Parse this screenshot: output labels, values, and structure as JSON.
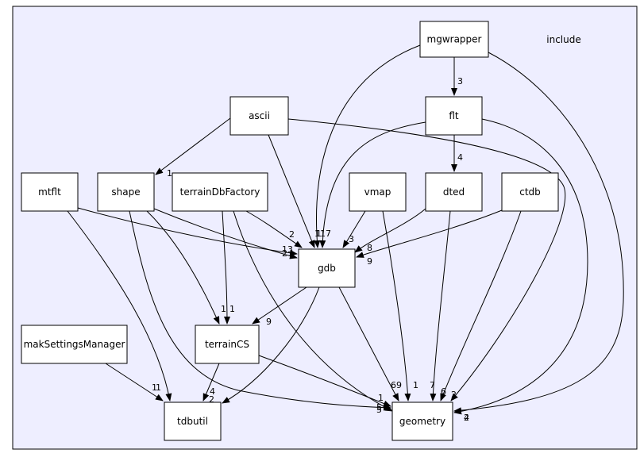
{
  "cluster": {
    "title": "include"
  },
  "nodes": [
    {
      "id": "mgwrapper",
      "label": "mgwrapper"
    },
    {
      "id": "ascii",
      "label": "ascii"
    },
    {
      "id": "flt",
      "label": "flt"
    },
    {
      "id": "mtflt",
      "label": "mtflt"
    },
    {
      "id": "shape",
      "label": "shape"
    },
    {
      "id": "terrainDbFactory",
      "label": "terrainDbFactory"
    },
    {
      "id": "vmap",
      "label": "vmap"
    },
    {
      "id": "dted",
      "label": "dted"
    },
    {
      "id": "ctdb",
      "label": "ctdb"
    },
    {
      "id": "gdb",
      "label": "gdb"
    },
    {
      "id": "makSettingsManager",
      "label": "makSettingsManager"
    },
    {
      "id": "terrainCS",
      "label": "terrainCS"
    },
    {
      "id": "tdbutil",
      "label": "tdbutil"
    },
    {
      "id": "geometry",
      "label": "geometry"
    }
  ],
  "edges": [
    {
      "from": "mgwrapper",
      "to": "flt",
      "label": "3"
    },
    {
      "from": "mgwrapper",
      "to": "gdb",
      "label": "11"
    },
    {
      "from": "mgwrapper",
      "to": "geometry",
      "label": "4"
    },
    {
      "from": "flt",
      "to": "dted",
      "label": "4"
    },
    {
      "from": "flt",
      "to": "gdb",
      "label": "7"
    },
    {
      "from": "flt",
      "to": "geometry",
      "label": "2"
    },
    {
      "from": "ascii",
      "to": "shape",
      "label": "1"
    },
    {
      "from": "ascii",
      "to": "gdb",
      "label": "1"
    },
    {
      "from": "ascii",
      "to": "geometry",
      "label": "2"
    },
    {
      "from": "mtflt",
      "to": "gdb",
      "label": "13"
    },
    {
      "from": "mtflt",
      "to": "tdbutil",
      "label": "1"
    },
    {
      "from": "shape",
      "to": "gdb",
      "label": "2"
    },
    {
      "from": "shape",
      "to": "terrainCS",
      "label": "1"
    },
    {
      "from": "shape",
      "to": "geometry",
      "label": "5"
    },
    {
      "from": "terrainDbFactory",
      "to": "gdb",
      "label": "2"
    },
    {
      "from": "terrainDbFactory",
      "to": "terrainCS",
      "label": "1"
    },
    {
      "from": "terrainDbFactory",
      "to": "geometry",
      "label": "5"
    },
    {
      "from": "vmap",
      "to": "gdb",
      "label": "3"
    },
    {
      "from": "vmap",
      "to": "geometry",
      "label": "1"
    },
    {
      "from": "dted",
      "to": "gdb",
      "label": "8"
    },
    {
      "from": "dted",
      "to": "geometry",
      "label": "7"
    },
    {
      "from": "ctdb",
      "to": "gdb",
      "label": "9"
    },
    {
      "from": "ctdb",
      "to": "geometry",
      "label": "6"
    },
    {
      "from": "gdb",
      "to": "terrainCS",
      "label": "9"
    },
    {
      "from": "gdb",
      "to": "tdbutil",
      "label": "2"
    },
    {
      "from": "gdb",
      "to": "geometry",
      "label": "69"
    },
    {
      "from": "makSettingsManager",
      "to": "tdbutil",
      "label": "1"
    },
    {
      "from": "terrainCS",
      "to": "tdbutil",
      "label": "4"
    },
    {
      "from": "terrainCS",
      "to": "geometry",
      "label": "1"
    }
  ]
}
